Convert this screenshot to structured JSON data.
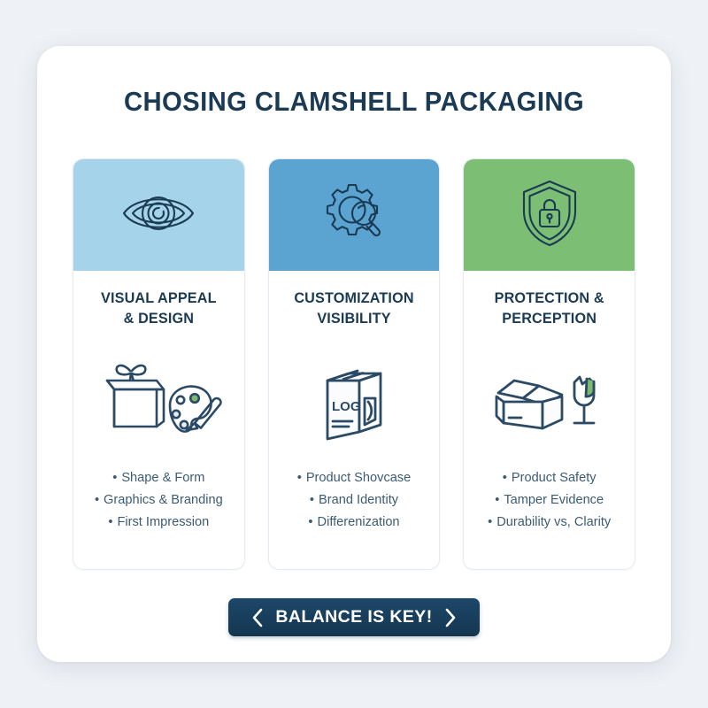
{
  "title": "CHOSING CLAMSHELL PACKAGING",
  "colors": {
    "page_background": "#eef1f5",
    "card_background": "#ffffff",
    "title_navy": "#1b3a54",
    "body_text": "#3c5b73",
    "column1_header": "#a5d3ea",
    "column2_header": "#5ba3d0",
    "column3_header": "#7bbe74",
    "banner_navy": "#173d5c",
    "accent_green": "#7cbb6e"
  },
  "columns": [
    {
      "header_icon": "eye-icon",
      "header_color": "#a5d3ea",
      "heading_line1": "VISUAL APPEAL",
      "heading_line2": "& DESIGN",
      "illustration_icon": "gift-box-and-palette-icon",
      "bullets": [
        "Shape & Form",
        "Graphics & Branding",
        "First Impression"
      ]
    },
    {
      "header_icon": "gear-magnifier-icon",
      "header_color": "#5ba3d0",
      "heading_line1": "CUSTOMIZATION",
      "heading_line2": "VISIBILITY",
      "illustration_icon": "branded-box-icon",
      "illustration_label": "LOG",
      "bullets": [
        "Product Shovcase",
        "Brand Identity",
        "Differenization"
      ]
    },
    {
      "header_icon": "shield-lock-icon",
      "header_color": "#7bbe74",
      "heading_line1": "PROTECTION &",
      "heading_line2": "PERCEPTION",
      "illustration_icon": "open-box-broken-glass-icon",
      "bullets": [
        "Product Safety",
        "Tamper Evidence",
        "Durability vs, Clarity"
      ]
    }
  ],
  "footer": {
    "label": "BALANCE IS KEY!",
    "left_icon": "chevron-left-icon",
    "right_icon": "chevron-right-icon"
  }
}
